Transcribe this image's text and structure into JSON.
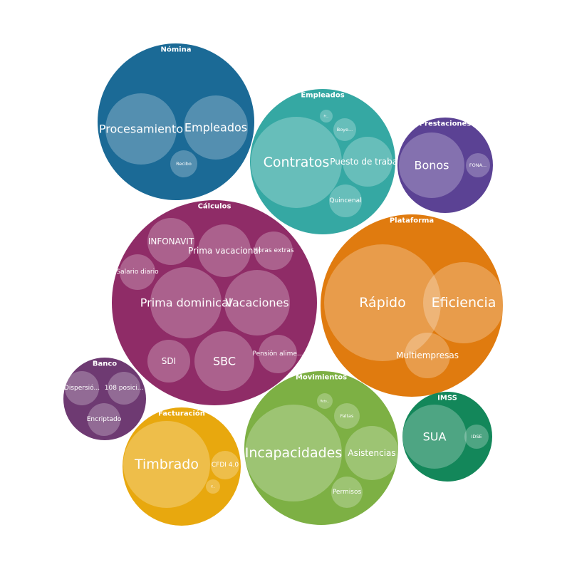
{
  "chart_data": {
    "type": "bubble-pack",
    "groups": [
      {
        "name": "Nómina",
        "color": "#1b6a96",
        "items": [
          {
            "label": "Procesamiento",
            "value": 10
          },
          {
            "label": "Empleados",
            "value": 8
          },
          {
            "label": "Recibo",
            "value": 1.4
          }
        ]
      },
      {
        "name": "Empleados",
        "color": "#35a8a3",
        "items": [
          {
            "label": "Contratos",
            "value": 10
          },
          {
            "label": "Puesto de trabajo",
            "value": 3.3
          },
          {
            "label": "Quincenal",
            "value": 2.3
          },
          {
            "label": "Boye...",
            "value": 0.9
          },
          {
            "label": "Fr...",
            "value": 0.4
          }
        ]
      },
      {
        "name": "Prestaciones",
        "color": "#5b4294",
        "items": [
          {
            "label": "Bonos",
            "value": 10
          },
          {
            "label": "FONA...",
            "value": 1.5
          }
        ]
      },
      {
        "name": "Cálculos",
        "color": "#8f2c67",
        "items": [
          {
            "label": "Prima dominical",
            "value": 10
          },
          {
            "label": "Vacaciones",
            "value": 9
          },
          {
            "label": "SBC",
            "value": 7.5
          },
          {
            "label": "Prima vacacional",
            "value": 5.6
          },
          {
            "label": "INFONAVIT",
            "value": 4.5
          },
          {
            "label": "SDI",
            "value": 3.6
          },
          {
            "label": "Horas extras",
            "value": 3
          },
          {
            "label": "Pensión alime...",
            "value": 2.9
          },
          {
            "label": "Salario diario",
            "value": 2.3
          }
        ]
      },
      {
        "name": "Plataforma",
        "color": "#e07b0f",
        "items": [
          {
            "label": "Rápido",
            "value": 10
          },
          {
            "label": "Eficiencia",
            "value": 7.5
          },
          {
            "label": "Multiempresas",
            "value": 2.3
          }
        ]
      },
      {
        "name": "Banco",
        "color": "#6e3a72",
        "items": [
          {
            "label": "Dispersió...",
            "value": 10
          },
          {
            "label": "108 posici...",
            "value": 9
          },
          {
            "label": "Encriptado",
            "value": 9
          }
        ]
      },
      {
        "name": "Movimientos",
        "color": "#7db044",
        "items": [
          {
            "label": "Incapacidades",
            "value": 10
          },
          {
            "label": "Asistencias",
            "value": 3.4
          },
          {
            "label": "Faltas",
            "value": 0.8
          },
          {
            "label": "Permisos",
            "value": 1.2
          },
          {
            "label": "Reto...",
            "value": 0.35
          }
        ]
      },
      {
        "name": "Facturación",
        "color": "#e8a80e",
        "items": [
          {
            "label": "Timbrado",
            "value": 10
          },
          {
            "label": "CFDI 4.0",
            "value": 1.1
          },
          {
            "label": "V...",
            "value": 0.15
          }
        ]
      },
      {
        "name": "IMSS",
        "color": "#13875a",
        "items": [
          {
            "label": "SUA",
            "value": 10
          },
          {
            "label": "IDSE",
            "value": 2.5
          }
        ]
      }
    ]
  }
}
